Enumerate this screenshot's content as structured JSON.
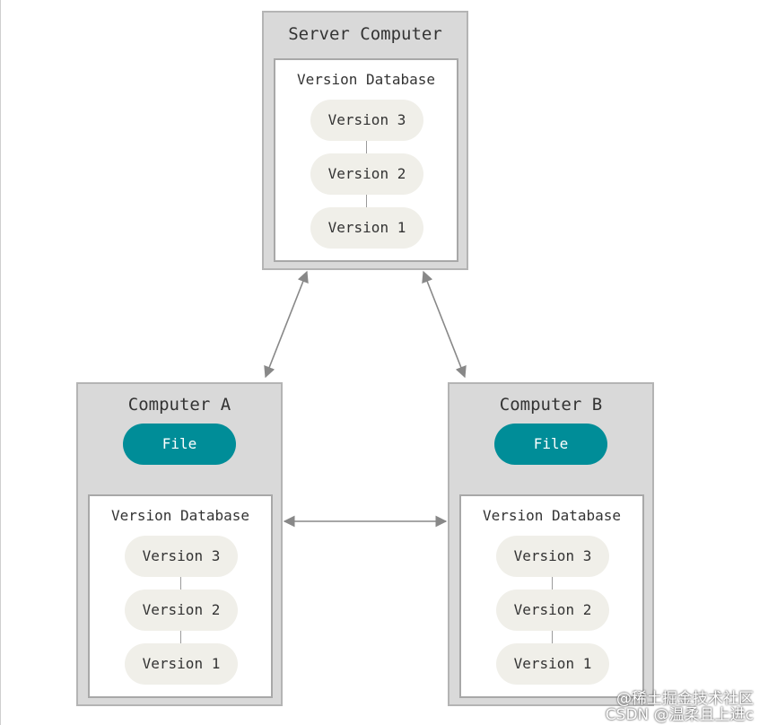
{
  "server": {
    "title": "Server Computer",
    "db_title": "Version Database",
    "versions": [
      "Version 3",
      "Version 2",
      "Version 1"
    ]
  },
  "computer_a": {
    "title": "Computer A",
    "file": "File",
    "db_title": "Version Database",
    "versions": [
      "Version 3",
      "Version 2",
      "Version 1"
    ]
  },
  "computer_b": {
    "title": "Computer B",
    "file": "File",
    "db_title": "Version Database",
    "versions": [
      "Version 3",
      "Version 2",
      "Version 1"
    ]
  },
  "watermark": {
    "line1": "@稀土掘金技术社区",
    "line2": "CSDN @温柔且上进c"
  },
  "colors": {
    "box_bg": "#d9d9d9",
    "file_teal": "#008d98",
    "version_pill": "#f0efe9",
    "arrow": "#888888"
  }
}
